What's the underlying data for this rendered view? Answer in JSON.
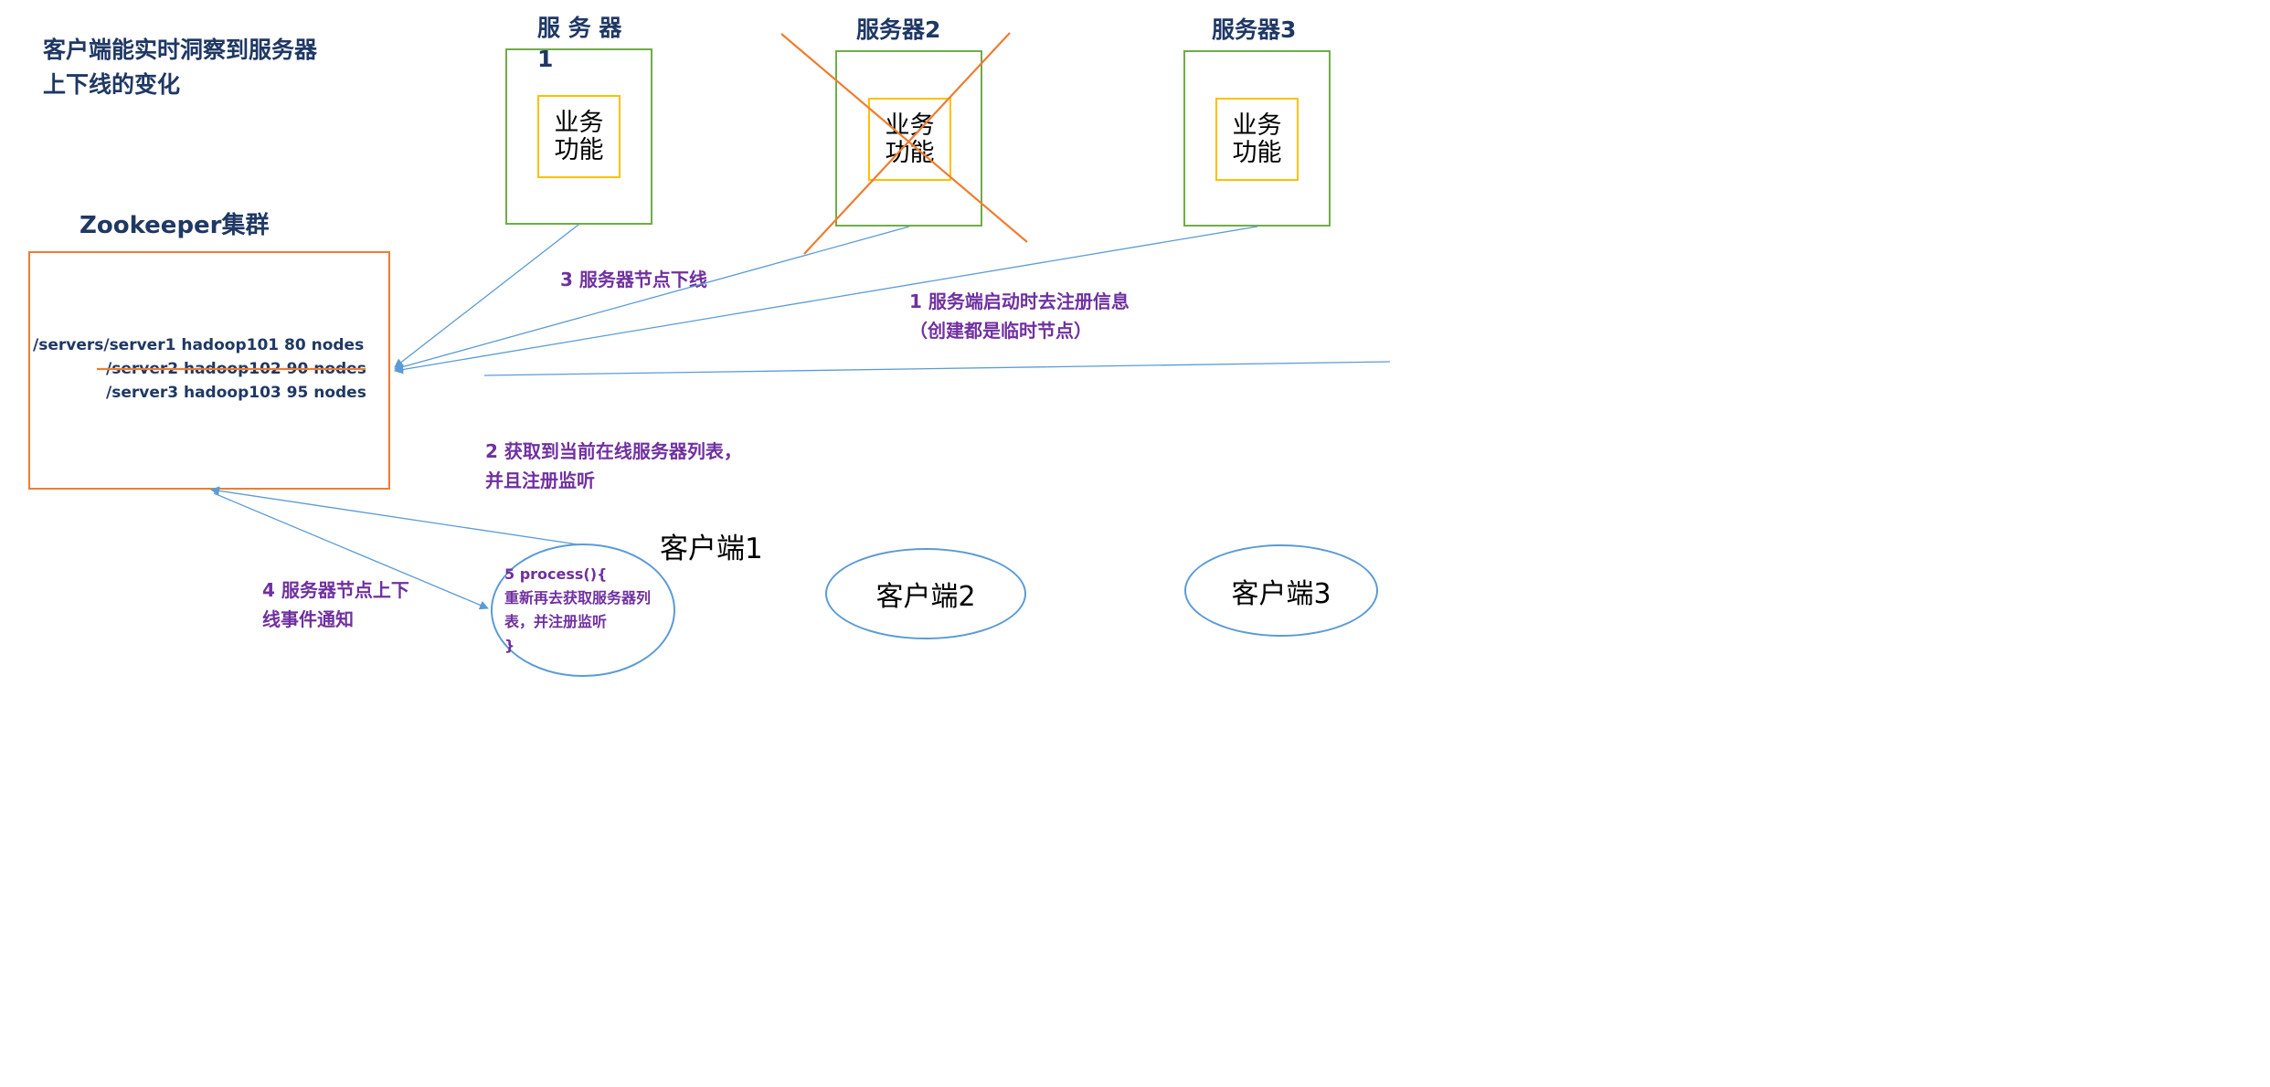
{
  "headline": "客户端能实时洞察到服务器上下线的变化",
  "servers": [
    {
      "title": "服 务 器\n1",
      "box": "业务\n功能",
      "offline": false
    },
    {
      "title": "服务器2",
      "box": "业务\n功能",
      "offline": true
    },
    {
      "title": "服务器3",
      "box": "业务\n功能",
      "offline": false
    }
  ],
  "zookeeper": {
    "title": "Zookeeper集群",
    "nodes": [
      "/servers/server1  hadoop101  80 nodes",
      "/server2 hadoop102  90 nodes",
      "/server3 hadoop103  95 nodes"
    ]
  },
  "steps": {
    "step1": "1  服务端启动时去注册信息（创建都是临时节点）",
    "step2": "2  获取到当前在线服务器列表，并且注册监听",
    "step3": "3 服务器节点下线",
    "step4": "4  服务器节点上下线事件通知"
  },
  "clients": {
    "client1_label": "客户端1",
    "client1_body": "5 process(){\n重新再去获取服务器列表，并注册监听\n}",
    "client2": "客户端2",
    "client3": "客户端3"
  },
  "colors": {
    "server_border": "#70ad47",
    "function_border": "#ffc000",
    "zookeeper_border": "#ed7d31",
    "arrow": "#5b9bd5",
    "cross": "#ed7d31",
    "title_text": "#1f3864",
    "step_text": "#7030a0"
  }
}
